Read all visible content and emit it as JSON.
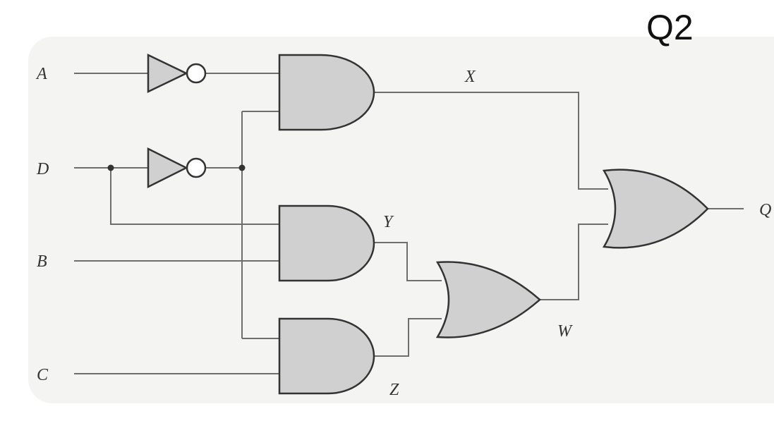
{
  "title": "Q2",
  "inputs": {
    "a": "A",
    "d": "D",
    "b": "B",
    "c": "C"
  },
  "nodes": {
    "x": "X",
    "y": "Y",
    "z": "Z",
    "w": "W"
  },
  "output": "Q",
  "colors": {
    "gate_fill": "#d0d0d0",
    "gate_stroke": "#333333",
    "wire": "#6e6e6e",
    "panel": "#f4f4f2"
  }
}
